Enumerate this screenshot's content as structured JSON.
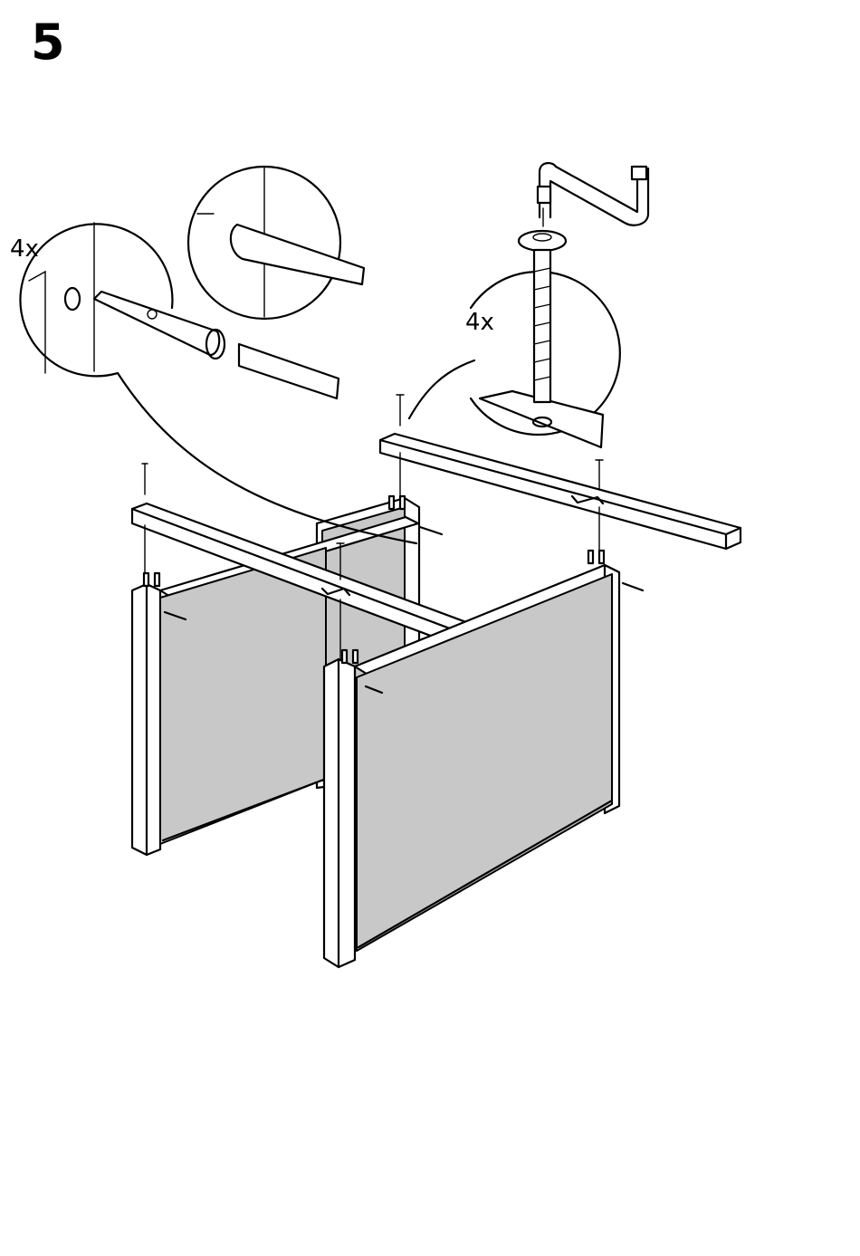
{
  "step": {
    "number": "5"
  },
  "callouts": {
    "dowel_detail": {
      "quantity": "4x"
    },
    "bolt_detail": {
      "quantity": "4x"
    }
  },
  "colors": {
    "line": "#000000",
    "panel_fill": "#c8c8c8",
    "background": "#ffffff"
  }
}
